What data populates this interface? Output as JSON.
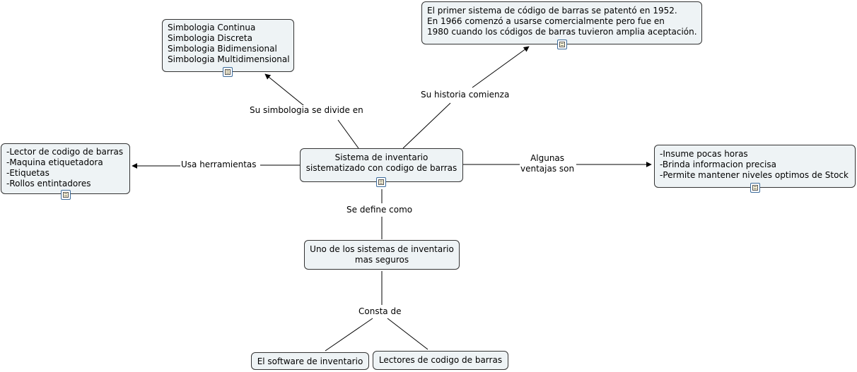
{
  "nodes": {
    "center": "Sistema de inventario\nsistematizado con codigo de barras",
    "simbologia": "Simbologia Continua\nSimbologia Discreta\nSimbologia Bidimensional\nSimbologia Multidimensional",
    "historia": "El primer sistema de código de barras se patentó en 1952.\nEn 1966 comenzó a usarse comercialmente pero fue en\n1980 cuando los códigos de barras tuvieron amplia aceptación.",
    "herramientas": "-Lector de codigo de barras\n-Maquina etiquetadora\n-Etiquetas\n-Rollos entintadores",
    "ventajas": "-Insume pocas horas\n-Brinda informacion precisa\n-Permite mantener niveles optimos de Stock",
    "definicion": "Uno de los sistemas de inventario\nmas seguros",
    "software": "El software de inventario",
    "lectores": "Lectores de codigo de barras"
  },
  "links": {
    "simbologia": "Su simbologia se divide en",
    "historia": "Su historia comienza",
    "herramientas": "Usa herramientas",
    "ventajas": "Algunas\nventajas son",
    "definicion": "Se define como",
    "consta": "Consta de"
  },
  "icons": [
    "document-icon"
  ]
}
